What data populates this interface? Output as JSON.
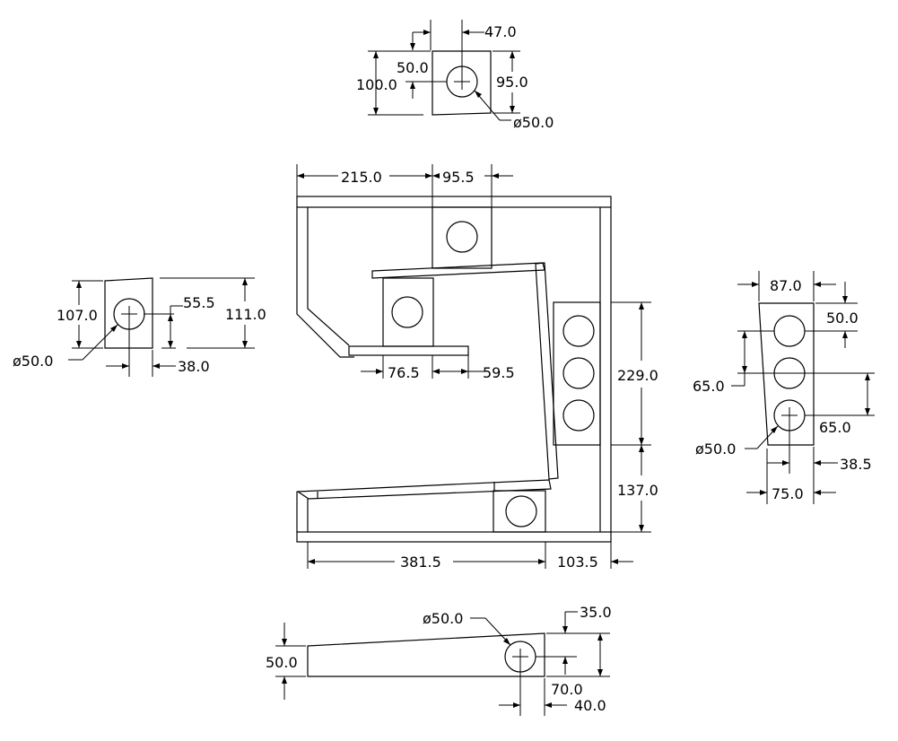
{
  "drawing": {
    "background": "#ffffff",
    "line_color": "#000000"
  },
  "top_part": {
    "dim_47": "47.0",
    "dim_50": "50.0",
    "dim_100": "100.0",
    "dim_95": "95.0",
    "dia_50": "ø50.0"
  },
  "main_frame": {
    "dim_215": "215.0",
    "dim_95_5": "95.5",
    "dim_76_5": "76.5",
    "dim_59_5": "59.5",
    "dim_229": "229.0",
    "dim_137": "137.0",
    "dim_381_5": "381.5",
    "dim_103_5": "103.5"
  },
  "left_part": {
    "dim_107": "107.0",
    "dim_55_5": "55.5",
    "dim_111": "111.0",
    "dia_50": "ø50.0",
    "dim_38": "38.0"
  },
  "right_part": {
    "dim_87": "87.0",
    "dim_50": "50.0",
    "dim_65_left": "65.0",
    "dim_65_right": "65.0",
    "dia_50": "ø50.0",
    "dim_38_5": "38.5",
    "dim_75": "75.0"
  },
  "bottom_part": {
    "dia_50": "ø50.0",
    "dim_35": "35.0",
    "dim_50": "50.0",
    "dim_70": "70.0",
    "dim_40": "40.0"
  }
}
